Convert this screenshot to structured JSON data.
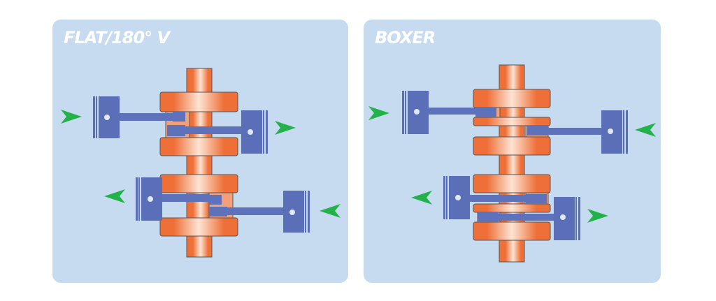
{
  "panels": [
    {
      "id": "flat",
      "title": "FLAT/180° V"
    },
    {
      "id": "boxer",
      "title": "BOXER"
    }
  ],
  "colors": {
    "background": "#ffffff",
    "panel": "#c6dbef",
    "crank_orange": "#ee7038",
    "crank_orange_light": "#fce0cf",
    "piston_blue": "#5a6fb8",
    "rod_blue": "#5d72bb",
    "arrow_green": "#23b24a",
    "title": "#ffffff"
  },
  "icons": [
    "right-arrow-icon",
    "left-arrow-icon",
    "piston-icon"
  ]
}
